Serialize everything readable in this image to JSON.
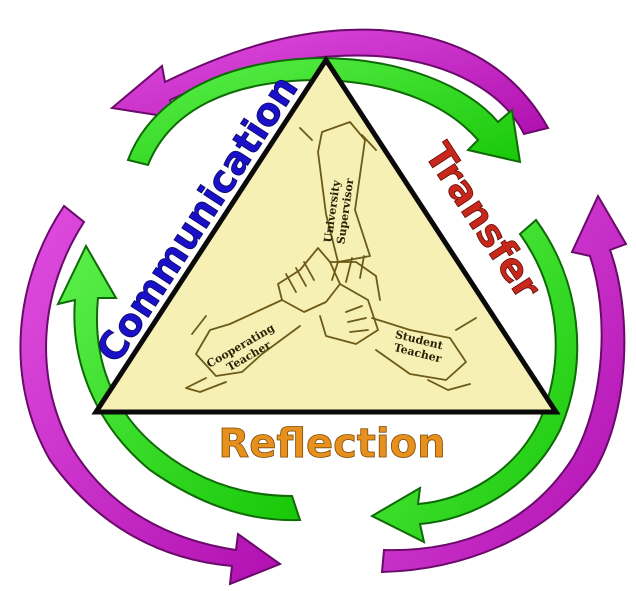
{
  "diagram": {
    "sides": {
      "left": "Communication",
      "right": "Transfer",
      "bottom": "Reflection"
    },
    "roles": {
      "top": [
        "University",
        "Supervisor"
      ],
      "left": [
        "Cooperating",
        "Teacher"
      ],
      "right": [
        "Student",
        "Teacher"
      ]
    },
    "colors": {
      "communication": "#1a10c8",
      "transfer": "#c8281c",
      "reflection": "#e8901e",
      "triangle_fill": "#f7f0b4",
      "triangle_stroke": "#0a0a0a",
      "arrow_magenta": "#c81ec8",
      "arrow_green": "#28e614",
      "sketch": "#6b5a18"
    }
  }
}
